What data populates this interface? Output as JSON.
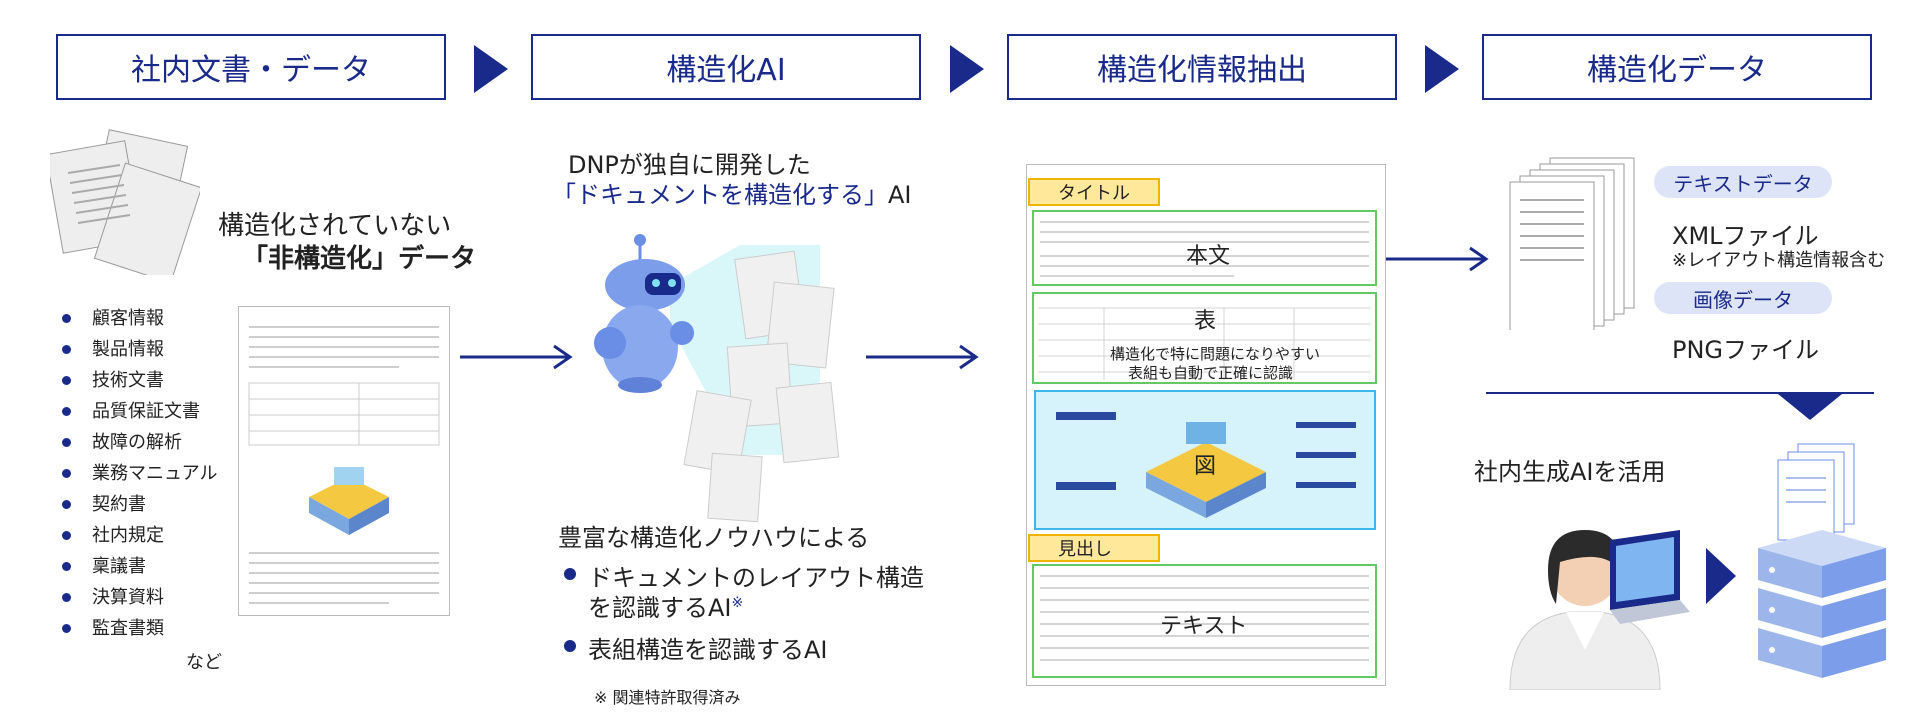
{
  "steps": [
    {
      "label": "社内文書・データ"
    },
    {
      "label": "構造化AI"
    },
    {
      "label": "構造化情報抽出"
    },
    {
      "label": "構造化データ"
    }
  ],
  "left": {
    "heading_line1": "構造化されていない",
    "heading_line2": "「非構造化」データ",
    "items": [
      "顧客情報",
      "製品情報",
      "技術文書",
      "品質保証文書",
      "故障の解析",
      "業務マニュアル",
      "契約書",
      "社内規定",
      "稟議書",
      "決算資料",
      "監査書類"
    ],
    "etc": "など"
  },
  "ai": {
    "line1": "DNPが独自に開発した",
    "line2": "「ドキュメントを構造化する」AI",
    "know_how": "豊富な構造化ノウハウによる",
    "bullet1_line1": "ドキュメントのレイアウト構造",
    "bullet1_line2": "を認識するAI",
    "bullet1_mark": "※",
    "bullet2": "表組構造を認識するAI",
    "footnote": "※ 関連特許取得済み"
  },
  "extract": {
    "title_tag": "タイトル",
    "honbun": "本文",
    "hyo": "表",
    "table_note_line1": "構造化で特に問題になりやすい",
    "table_note_line2": "表組も自動で正確に認識",
    "zu": "図",
    "midashi_tag": "見出し",
    "text": "テキスト"
  },
  "output": {
    "text_data_pill": "テキストデータ",
    "xml": "XMLファイル",
    "xml_note": "※レイアウト構造情報含む",
    "image_data_pill": "画像データ",
    "png": "PNGファイル",
    "use_ai": "社内生成AIを活用"
  },
  "colors": {
    "navy": "#1a2a8a",
    "green": "#64c864",
    "yellow": "#ffe89a",
    "cyan": "#d6f3fb",
    "pill": "#dde4f7"
  }
}
